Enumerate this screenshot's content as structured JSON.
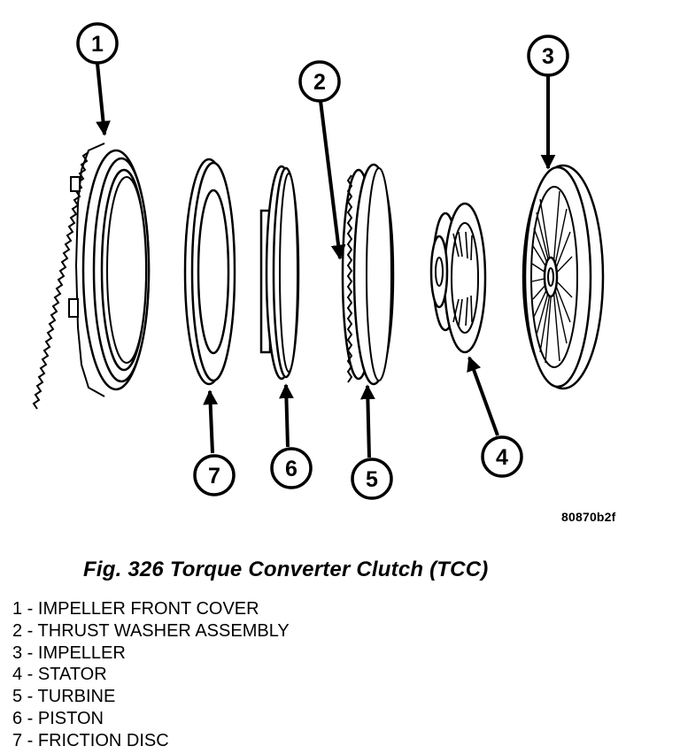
{
  "figure": {
    "code": "80870b2f",
    "caption": "Fig. 326 Torque Converter Clutch (TCC)"
  },
  "callouts": [
    "1",
    "2",
    "3",
    "4",
    "5",
    "6",
    "7"
  ],
  "legend": [
    "1 - IMPELLER FRONT COVER",
    "2 - THRUST WASHER ASSEMBLY",
    "3 - IMPELLER",
    "4 - STATOR",
    "5 - TURBINE",
    "6 - PISTON",
    "7 - FRICTION DISC"
  ]
}
